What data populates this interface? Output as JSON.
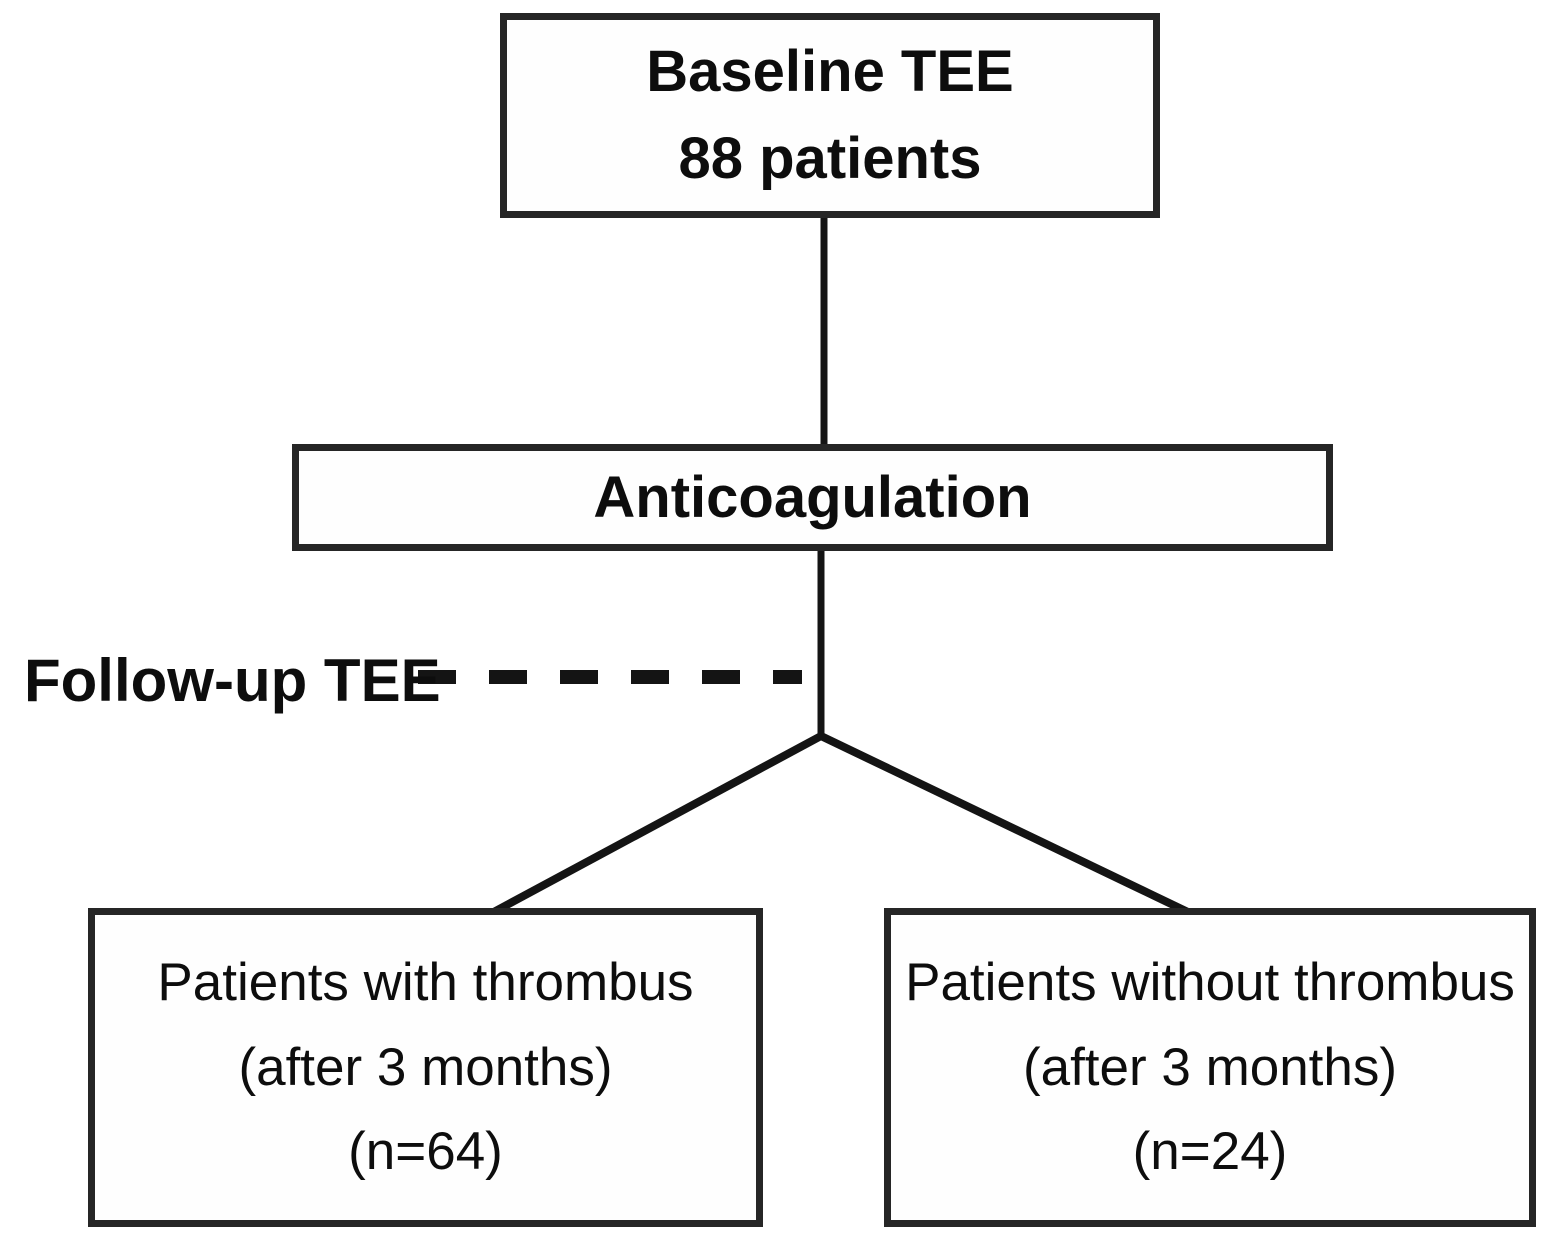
{
  "flowchart": {
    "nodes": {
      "baseline": {
        "title": "Baseline TEE",
        "count": "88 patients"
      },
      "anticoagulation": {
        "label": "Anticoagulation"
      },
      "with_thrombus": {
        "title": "Patients with thrombus",
        "timing": "(after 3 months)",
        "n": "(n=64)"
      },
      "without_thrombus": {
        "title": "Patients without thrombus",
        "timing": "(after 3 months)",
        "n": "(n=24)"
      }
    },
    "side_label": "Follow-up TEE",
    "edges": [
      {
        "from": "baseline",
        "to": "anticoagulation",
        "style": "solid"
      },
      {
        "from": "anticoagulation",
        "to": "branch-point",
        "style": "solid"
      },
      {
        "from": "branch-point",
        "to": "with_thrombus",
        "style": "solid"
      },
      {
        "from": "branch-point",
        "to": "without_thrombus",
        "style": "solid"
      },
      {
        "from": "side_label",
        "to": "anticoagulation-branch-line",
        "style": "dashed"
      }
    ],
    "colors": {
      "background": "#ffffff",
      "box_border": "#262626",
      "box_fill": "#fefefe",
      "text": "#0d0d0d",
      "line": "#141414"
    }
  }
}
